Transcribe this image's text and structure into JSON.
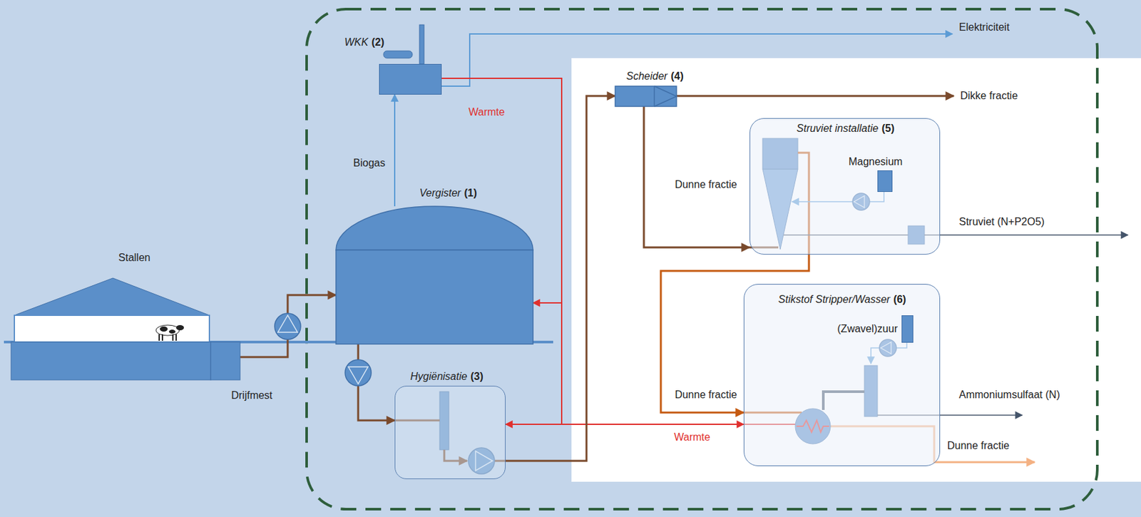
{
  "diagram": {
    "nodes": [
      {
        "text": [
          "Stallen"
        ]
      },
      {
        "text": [
          "WKK",
          "(2)"
        ]
      },
      {
        "text": [
          "Vergister",
          "(1)"
        ]
      },
      {
        "text": [
          "Hygiënisatie",
          "(3)"
        ]
      },
      {
        "text": [
          "Scheider",
          "(4)"
        ]
      },
      {
        "text": [
          "Struviet installatie",
          "(5)"
        ]
      },
      {
        "text": [
          "Magnesium"
        ],
        "in": 5
      },
      {
        "text": [
          "Stikstof Stripper/Wasser",
          "(6)"
        ]
      },
      {
        "text": [
          "(Zwavel)zuur"
        ],
        "in": 7
      }
    ],
    "edges": [
      {
        "from": 0,
        "to": 2,
        "label": "Drijfmest",
        "arrow": "to"
      },
      {
        "from": 2,
        "to": 1,
        "label": "Biogas",
        "arrow": "to"
      },
      {
        "from": 1,
        "to": 2,
        "label": "Warmte",
        "arrow": "to"
      },
      {
        "from": 1,
        "to": 3,
        "arrow": "to"
      },
      {
        "from": 1,
        "to": 7,
        "label": "Warmte",
        "arrow": "to"
      },
      {
        "from": 2,
        "to": 3,
        "arrow": "to"
      },
      {
        "from": 3,
        "to": 4,
        "arrow": "to"
      },
      {
        "from": 4,
        "to": 5,
        "label": "Dunne fractie",
        "arrow": "to"
      },
      {
        "from": 5,
        "to": 7,
        "label": "Dunne fractie",
        "arrow": "to"
      }
    ],
    "labels": [
      "Elektriciteit",
      "Dikke fractie",
      "Struviet (N+P2O5)",
      "Ammoniumsulfaat (N)",
      "Dunne fractie"
    ]
  }
}
